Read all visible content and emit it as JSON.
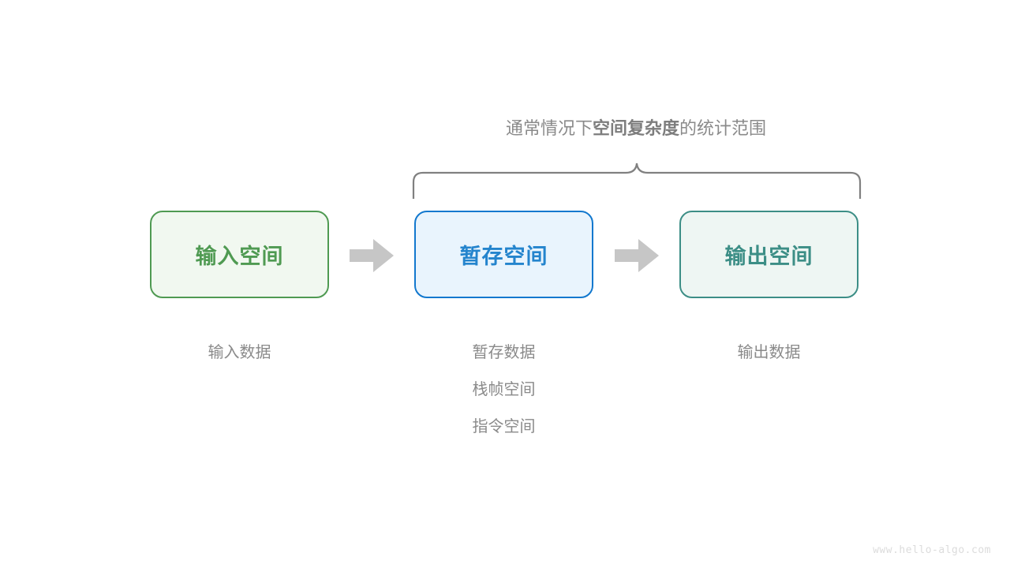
{
  "scope": {
    "caption_prefix": "通常情况下",
    "caption_strong": "空间复杂度",
    "caption_suffix": "的统计范围"
  },
  "boxes": [
    {
      "id": "input",
      "label": "输入空间",
      "border_color": "#4f9a52",
      "fill_color": "#f1f8f0",
      "text_color": "#4f9a52"
    },
    {
      "id": "buffer",
      "label": "暂存空间",
      "border_color": "#1278ce",
      "fill_color": "#e9f4fd",
      "text_color": "#2484cd"
    },
    {
      "id": "output",
      "label": "输出空间",
      "border_color": "#3c8e86",
      "fill_color": "#eef6f3",
      "text_color": "#3c8e86"
    }
  ],
  "arrows": [
    {
      "id": "arrow-1",
      "direction": "right",
      "color": "#c6c6c6"
    },
    {
      "id": "arrow-2",
      "direction": "right",
      "color": "#c6c6c6"
    }
  ],
  "notes": {
    "input": [
      "输入数据"
    ],
    "buffer": [
      "暂存数据",
      "栈帧空间",
      "指令空间"
    ],
    "output": [
      "输出数据"
    ]
  },
  "brace": {
    "color": "#808080",
    "orientation": "down-facing"
  },
  "watermark": {
    "text": "www.hello-algo.com",
    "color": "#dcdcdc"
  }
}
